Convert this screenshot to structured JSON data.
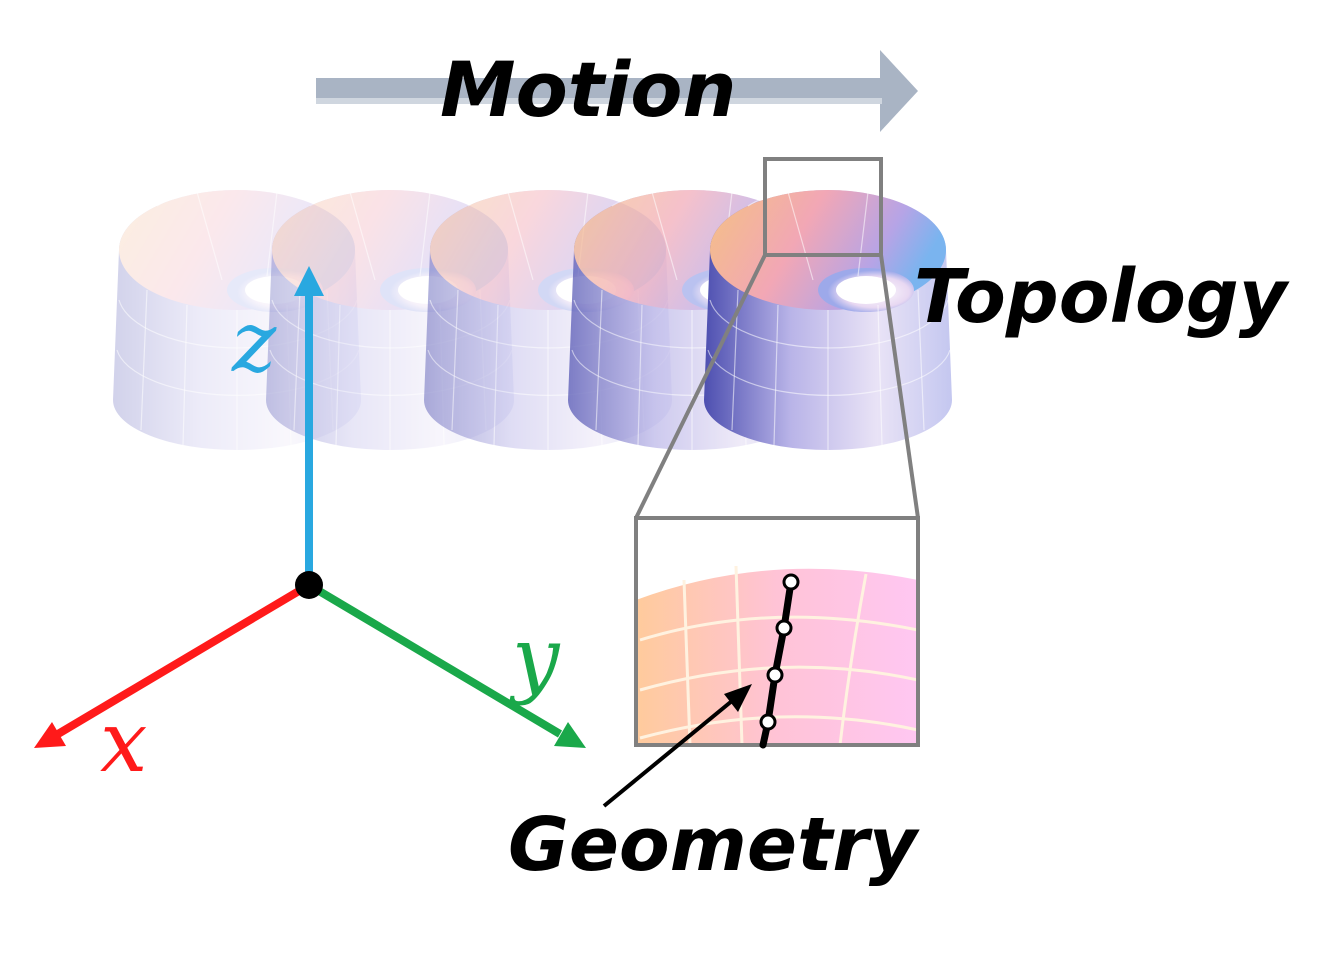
{
  "labels": {
    "motion": "Motion",
    "topology": "Topology",
    "geometry": "Geometry"
  },
  "axes": {
    "x": {
      "label": "x",
      "color": "#ff1a1a"
    },
    "y": {
      "label": "y",
      "color": "#1aa84a"
    },
    "z": {
      "label": "z",
      "color": "#29a8e0"
    }
  },
  "colors": {
    "motion_arrow": "#a9b4c4",
    "zoom_frame": "#808080",
    "origin": "#000000"
  },
  "frames": [
    {
      "opacity": 0.25
    },
    {
      "opacity": 0.32
    },
    {
      "opacity": 0.45
    },
    {
      "opacity": 0.7
    },
    {
      "opacity": 1.0
    }
  ]
}
